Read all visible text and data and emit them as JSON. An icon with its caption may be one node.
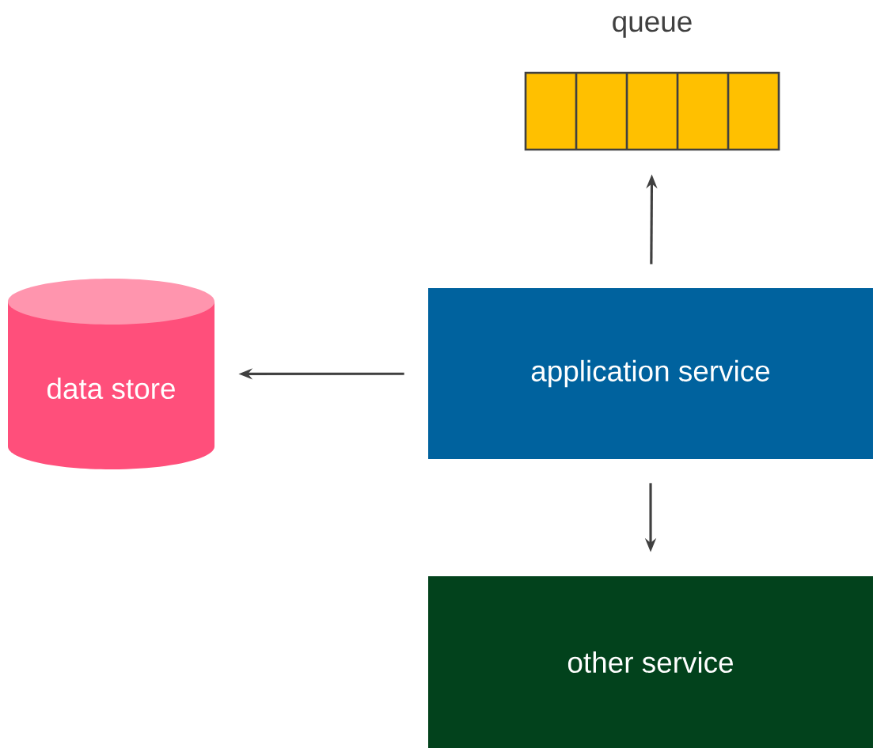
{
  "diagram": {
    "nodes": [
      {
        "text": [
          "queue"
        ]
      },
      {
        "text": [
          "data store"
        ]
      },
      {
        "text": [
          "application service"
        ]
      },
      {
        "text": [
          "other service"
        ]
      }
    ],
    "edges": [
      {
        "from": 2,
        "to": 0,
        "arrow": "to"
      },
      {
        "from": 2,
        "to": 1,
        "arrow": "to"
      },
      {
        "from": 2,
        "to": 3,
        "arrow": "to"
      }
    ]
  }
}
